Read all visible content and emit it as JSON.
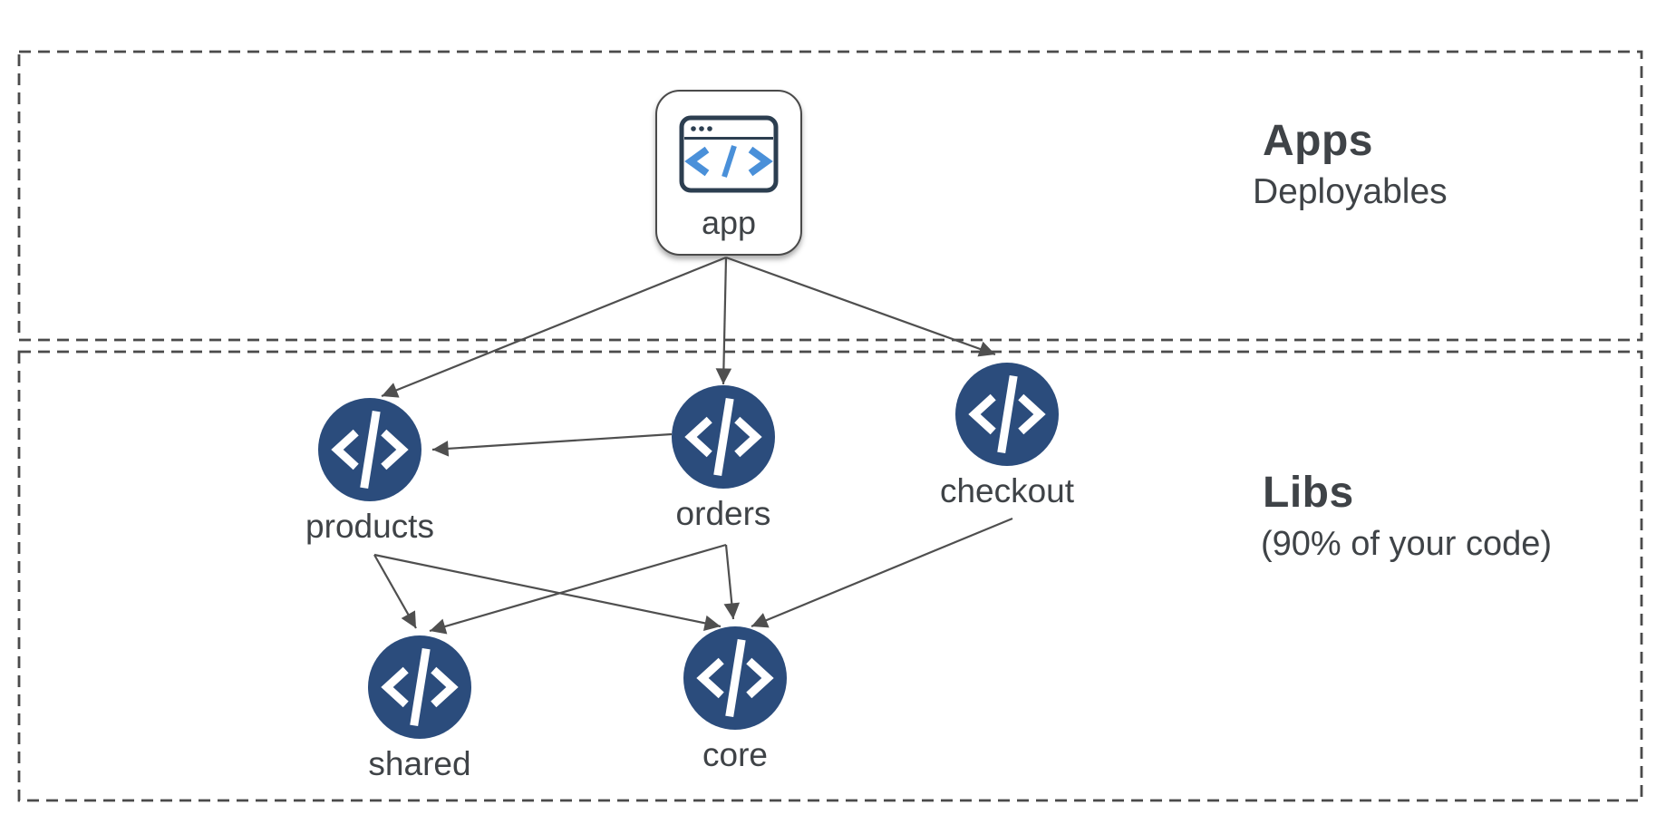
{
  "diagram": {
    "sections": {
      "apps": {
        "title": "Apps",
        "subtitle": "Deployables"
      },
      "libs": {
        "title": "Libs",
        "subtitle": "(90% of your code)"
      }
    },
    "nodes": {
      "app": {
        "label": "app",
        "kind": "application",
        "icon": "browser-code-icon"
      },
      "products": {
        "label": "products",
        "kind": "library",
        "icon": "code-icon"
      },
      "orders": {
        "label": "orders",
        "kind": "library",
        "icon": "code-icon"
      },
      "checkout": {
        "label": "checkout",
        "kind": "library",
        "icon": "code-icon"
      },
      "shared": {
        "label": "shared",
        "kind": "library",
        "icon": "code-icon"
      },
      "core": {
        "label": "core",
        "kind": "library",
        "icon": "code-icon"
      }
    },
    "edges": [
      {
        "from": "app",
        "to": "products"
      },
      {
        "from": "app",
        "to": "orders"
      },
      {
        "from": "app",
        "to": "checkout"
      },
      {
        "from": "orders",
        "to": "products"
      },
      {
        "from": "products",
        "to": "shared"
      },
      {
        "from": "products",
        "to": "core"
      },
      {
        "from": "orders",
        "to": "shared"
      },
      {
        "from": "orders",
        "to": "core"
      },
      {
        "from": "checkout",
        "to": "core"
      }
    ],
    "colors": {
      "node_fill": "#2b4c7c",
      "icon_stroke": "#2c3e50",
      "code_blue": "#4a90d9",
      "text": "#3f4347",
      "line": "#4f4f4f"
    }
  }
}
